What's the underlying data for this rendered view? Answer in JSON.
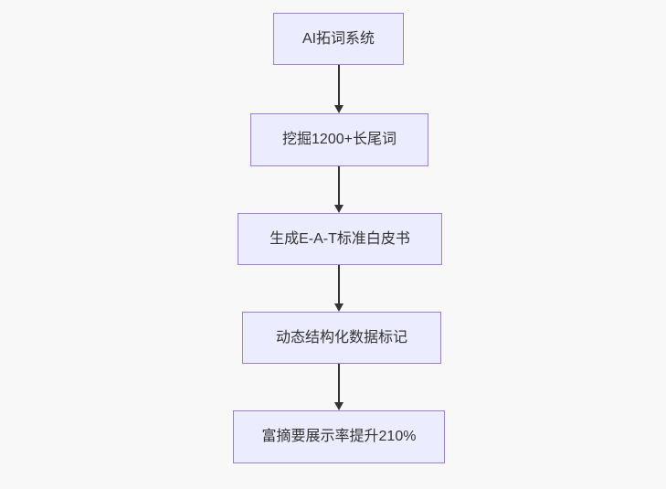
{
  "diagram": {
    "type": "flowchart",
    "direction": "top-down",
    "colors": {
      "background": "#f8f8f8",
      "node-fill": "#ececff",
      "node-border": "#9c7fd4",
      "node-text": "#333333",
      "arrow": "#333333"
    },
    "nodes": [
      {
        "id": "n1",
        "label": "AI拓词系统"
      },
      {
        "id": "n2",
        "label": "挖掘1200+长尾词"
      },
      {
        "id": "n3",
        "label": "生成E-A-T标准白皮书"
      },
      {
        "id": "n4",
        "label": "动态结构化数据标记"
      },
      {
        "id": "n5",
        "label": "富摘要展示率提升210%"
      }
    ],
    "edges": [
      {
        "from": "n1",
        "to": "n2",
        "style": "arrow-down"
      },
      {
        "from": "n2",
        "to": "n3",
        "style": "arrow-down"
      },
      {
        "from": "n3",
        "to": "n4",
        "style": "arrow-down"
      },
      {
        "from": "n4",
        "to": "n5",
        "style": "arrow-down"
      }
    ]
  }
}
